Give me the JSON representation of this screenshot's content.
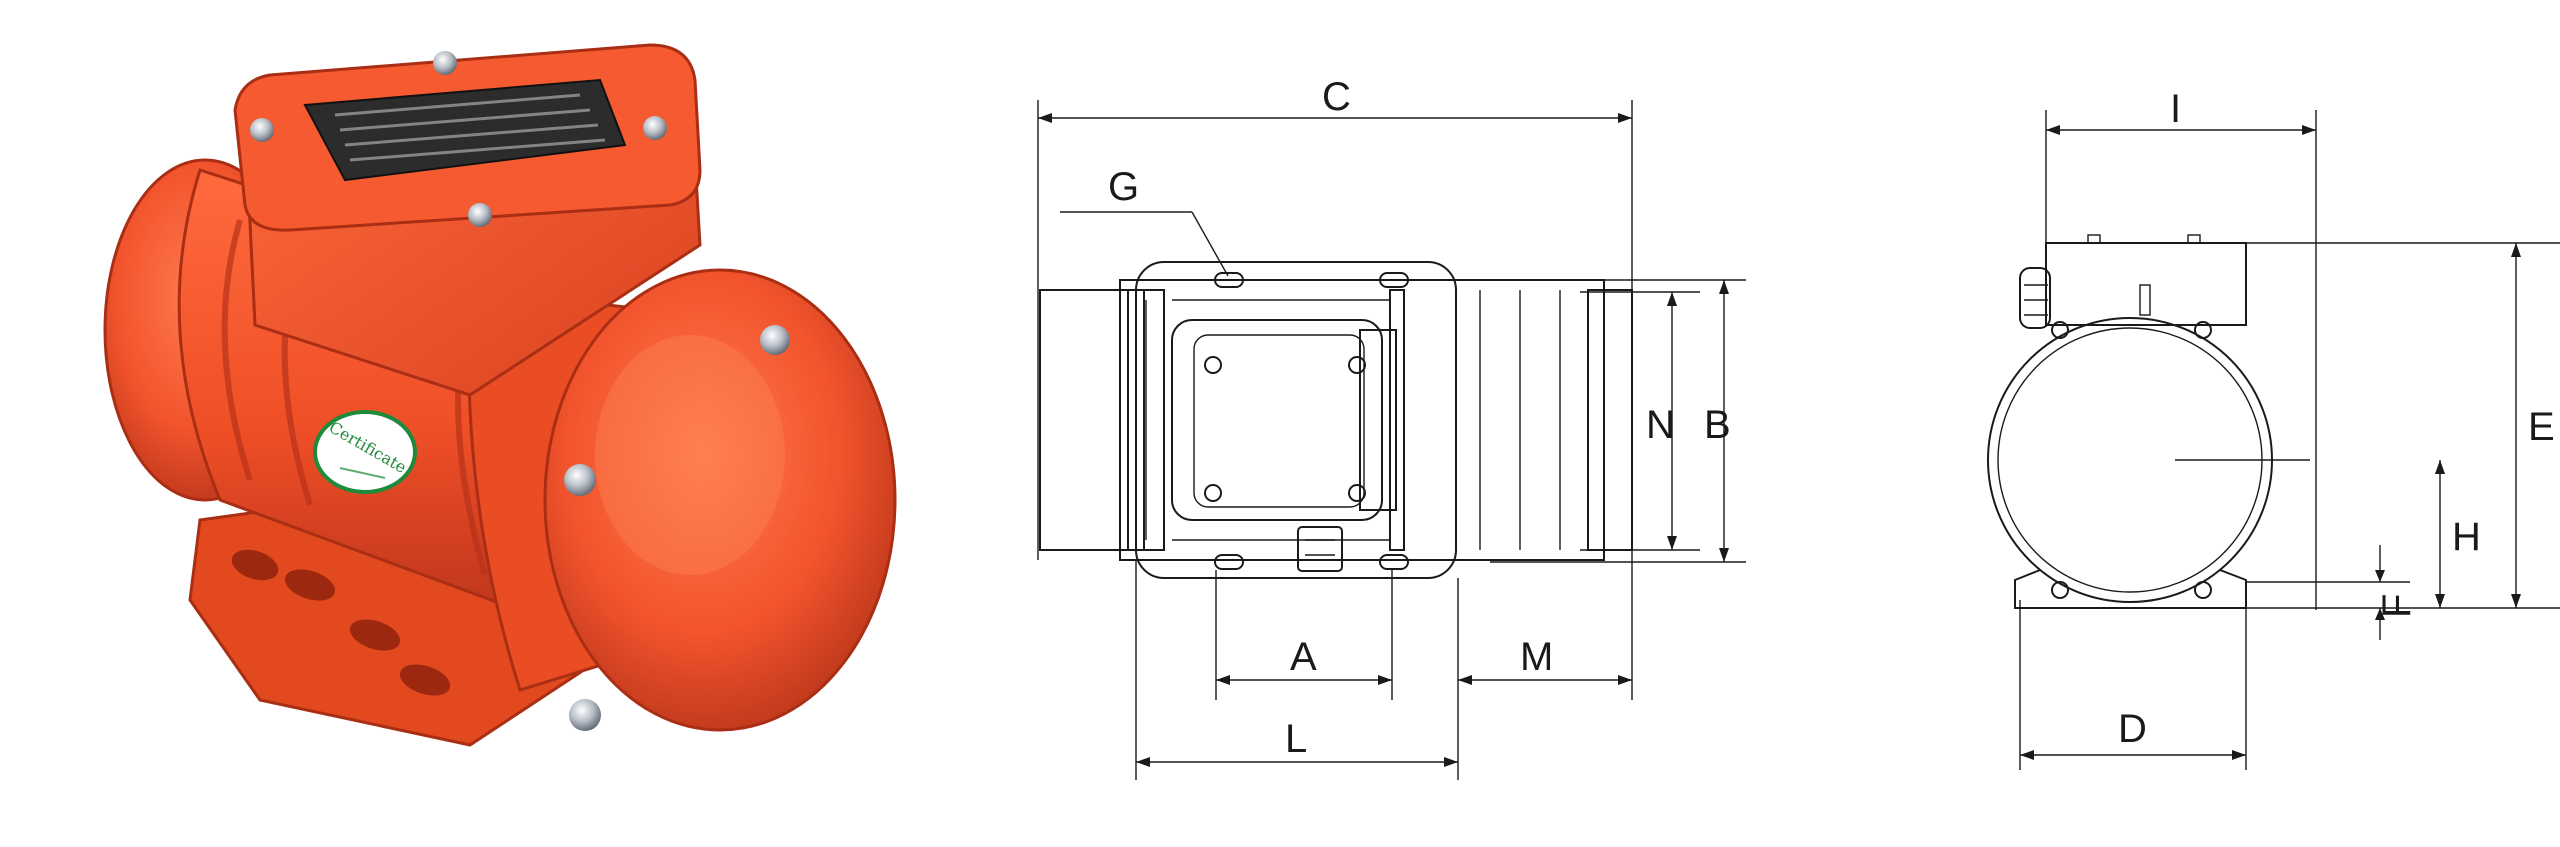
{
  "photo": {
    "badge_text": "Certificate"
  },
  "top_view": {
    "labels": {
      "C": "C",
      "G": "G",
      "N": "N",
      "B": "B",
      "A": "A",
      "M": "M",
      "L": "L"
    }
  },
  "side_view": {
    "labels": {
      "I": "I",
      "E": "E",
      "H": "H",
      "F": "F",
      "D": "D"
    }
  },
  "colors": {
    "motor_body": "#f2542d",
    "motor_shadow": "#c63a1d",
    "plate": "#2c2c2c",
    "badge_ring": "#1f8a3a"
  }
}
